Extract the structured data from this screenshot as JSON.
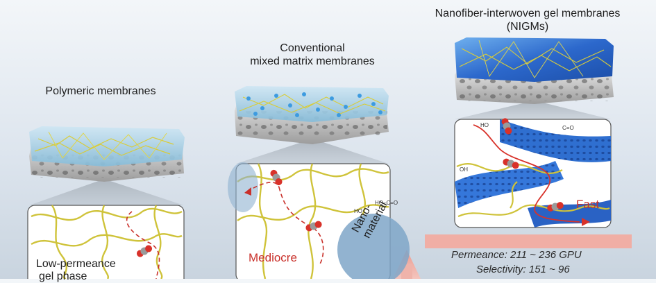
{
  "titles": {
    "polymeric": "Polymeric membranes",
    "mmm_line1": "Conventional",
    "mmm_line2": "mixed matrix membranes",
    "nigm_line1": "Nanofiber-interwoven gel membranes",
    "nigm_line2": "(NIGMs)"
  },
  "labels": {
    "low_line1": "Low-permeance",
    "low_line2": "gel phase",
    "mediocre": "Mediocre",
    "nano_line1": "Nano-",
    "nano_line2": "material",
    "fast": "Fast",
    "oh": "HO",
    "oh2": "OH",
    "cooh": "HO–C=O",
    "c_o": "C=O"
  },
  "performance": {
    "permeance": "Permeance: 211 ~ 236 GPU",
    "selectivity": "Selectivity: 151 ~ 96"
  },
  "colors": {
    "fiber": "#d8cc3a",
    "gel_blue": "#8fc4e0",
    "nigm_blue": "#2f6fd0",
    "co2_red": "#d8322a",
    "path_red": "#c9302a",
    "arrow": "#f0b0a8"
  }
}
